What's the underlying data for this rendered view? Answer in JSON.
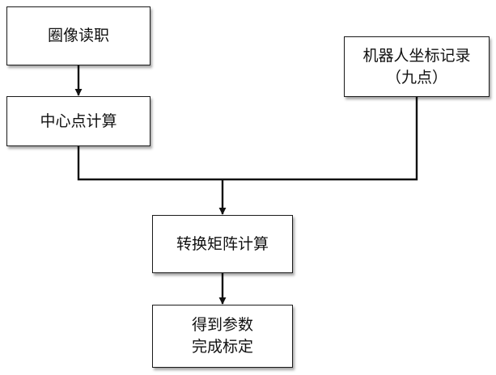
{
  "diagram": {
    "nodes": {
      "image_read": {
        "lines": [
          "圈像读职"
        ]
      },
      "center_calc": {
        "lines": [
          "中心点计算"
        ]
      },
      "robot_record": {
        "lines": [
          "机器人坐标记录",
          "（九点）"
        ]
      },
      "matrix_calc": {
        "lines": [
          "转换矩阵计算"
        ]
      },
      "result": {
        "lines": [
          "得到参数",
          "完成标定"
        ]
      }
    },
    "edges": [
      {
        "from": "image_read",
        "to": "center_calc"
      },
      {
        "from": "center_calc",
        "to": "matrix_calc"
      },
      {
        "from": "robot_record",
        "to": "matrix_calc"
      },
      {
        "from": "matrix_calc",
        "to": "result"
      }
    ]
  }
}
